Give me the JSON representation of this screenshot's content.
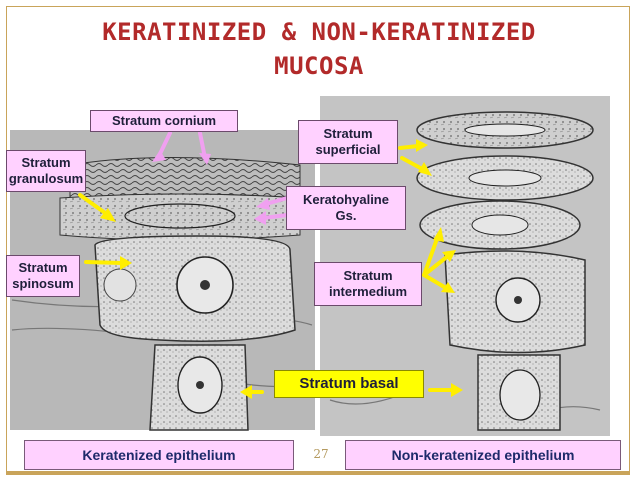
{
  "title_line1": "KERATINIZED & NON-KERATINIZED",
  "title_line2": "MUCOSA",
  "labels": {
    "stratum_cornium": "Stratum cornium",
    "stratum_granulosum": "Stratum granulosum",
    "stratum_spinosum": "Stratum spinosum",
    "stratum_superficial": "Stratum superficial",
    "keratohyaline": "Keratohyaline Gs.",
    "stratum_intermedium": "Stratum intermedium",
    "stratum_basal": "Stratum basal"
  },
  "captions": {
    "left": "Keratenized epithelium",
    "right": "Non-keratenized epithelium"
  },
  "page_number": "27",
  "colors": {
    "title": "#b22a2a",
    "label_pink": "#ffd1ff",
    "label_yellow": "#ffff00",
    "arrow_yellow": "#ffee00",
    "arrow_pink": "#f0a0f0"
  }
}
